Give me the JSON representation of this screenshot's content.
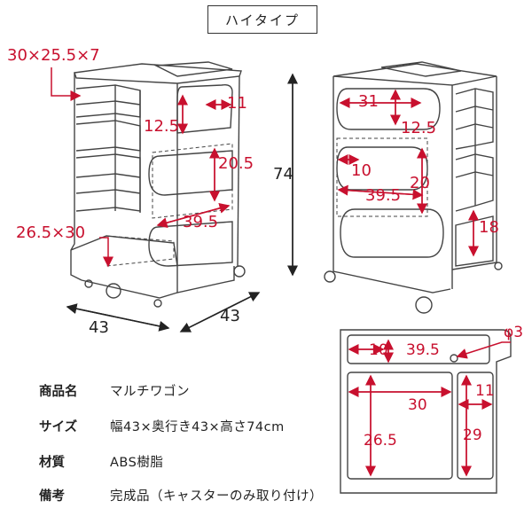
{
  "title": "ハイタイプ",
  "dimensions": {
    "top_tray": "30×25.5×7",
    "side_pocket_w": "11",
    "pocket_h": "12.5",
    "drawer_h": "20.5",
    "drawer_w": "39.5",
    "bottom_tray": "26.5×30",
    "width": "43",
    "depth": "43",
    "height": "74",
    "back_top_w": "31",
    "back_top_h": "12.5",
    "back_mid_left": "10",
    "back_mid_h": "20",
    "back_mid_w": "39.5",
    "back_side_h": "18",
    "top_view_phi": "φ3",
    "top_view_10": "10",
    "top_view_395": "39.5",
    "top_view_30": "30",
    "top_view_11": "11",
    "top_view_265": "26.5",
    "top_view_29": "29"
  },
  "specs": [
    {
      "key": "商品名",
      "value": "マルチワゴン"
    },
    {
      "key": "サイズ",
      "value": "幅43×奥行き43×高さ74cm"
    },
    {
      "key": "材質",
      "value": "ABS樹脂"
    },
    {
      "key": "備考",
      "value": "完成品（キャスターのみ取り付け）"
    }
  ],
  "colors": {
    "accent": "#c8102e",
    "line": "#444444"
  }
}
